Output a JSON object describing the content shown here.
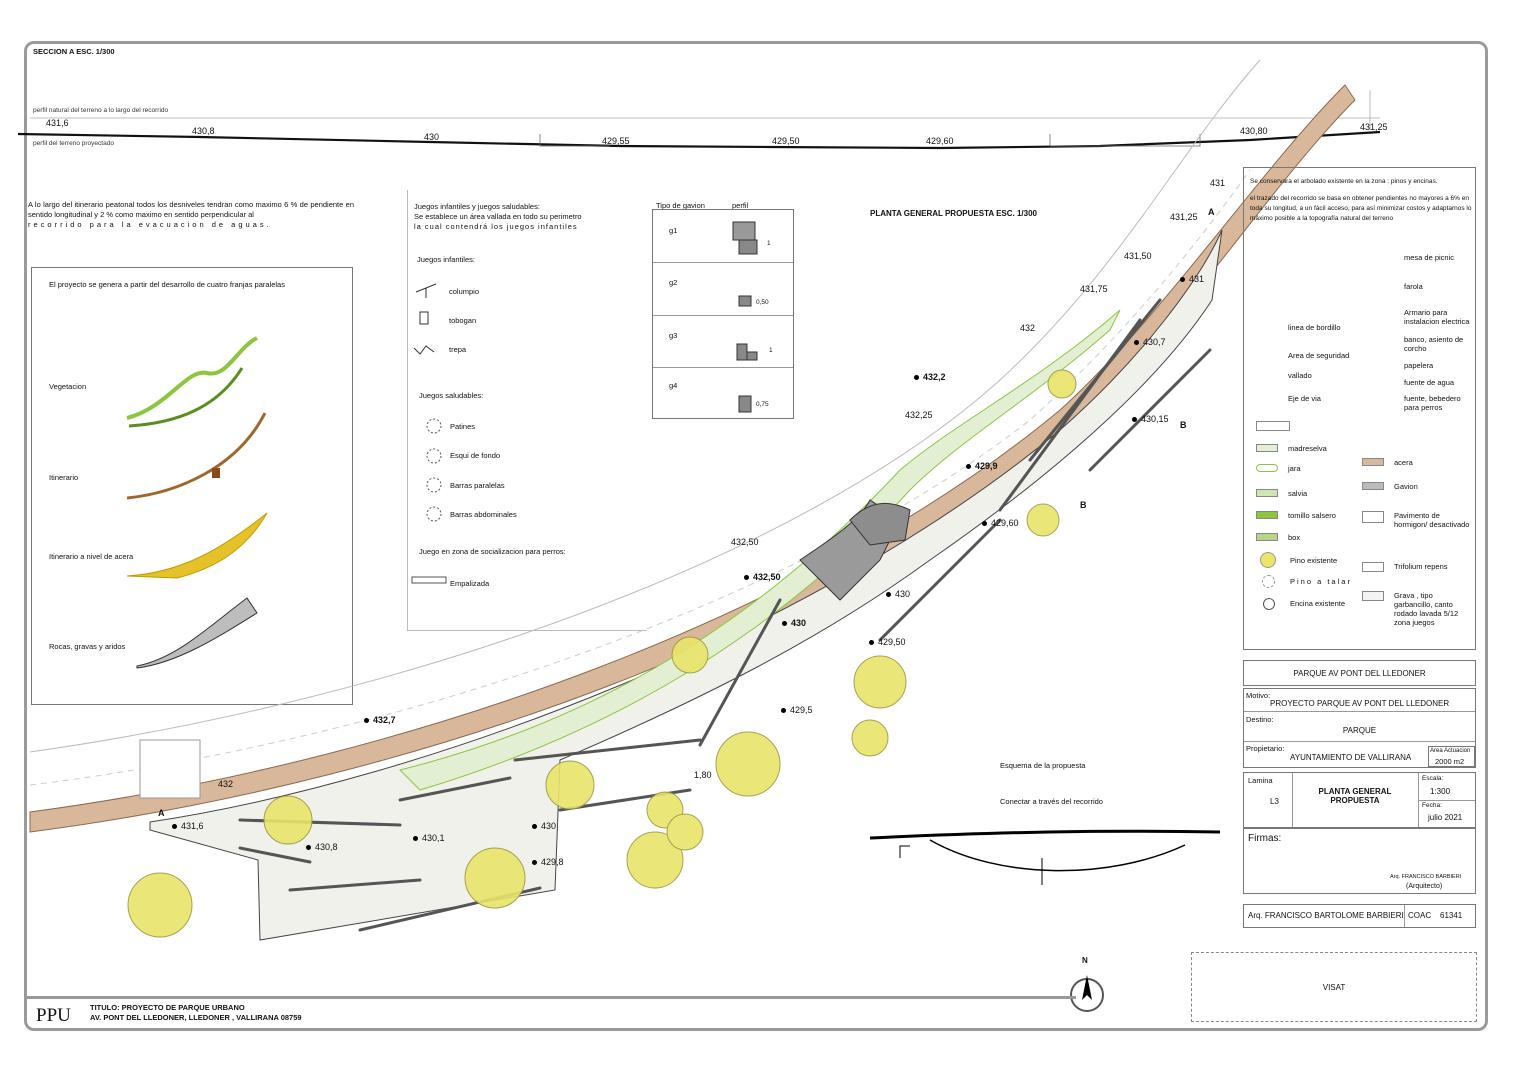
{
  "section": {
    "title": "SECCION A ESC. 1/300",
    "natural_profile": "perfil natural del terreno a lo largo del recorrido",
    "projected_profile": "perfil del terreno proyectado",
    "levels": [
      "431,6",
      "430,8",
      "430",
      "429,55",
      "429,50",
      "429,60",
      "430,80",
      "431,25"
    ]
  },
  "notes": {
    "slopes": "A lo largo del itinerario peatonal todos los desniveles tendran como maximo 6 % de pendiente en sentido longitudinal y 2 % como maximo en sentido perpendicular al",
    "slopes_last": "recorrido para la evacuacion de aguas.",
    "games_title": "Juegos infantiles y juegos saludables:",
    "games_text": "Se establece un área vallada en todo su perimetro",
    "games_text2": "la cual contendrá los juegos infantiles",
    "trees_1": "Se conservara el arbolado existente en la zona : pinos y encinas.",
    "trees_2": "el trazado del recorrido se basa en obtener pendientes no mayores a 6% en toda su longitud, a un fácil acceso, para así minimizar costos y adaptarnos lo máximo posible a la topografía natural del terreno"
  },
  "concept": {
    "title": "El proyecto se genera a partir del desarrollo de cuatro franjas paralelas",
    "items": [
      "Vegetacion",
      "Itinerario",
      "Itinerario a nivel de acera",
      "Rocas, gravas y aridos"
    ]
  },
  "games": {
    "kids_title": "Juegos infantiles:",
    "kids": [
      "columpio",
      "tobogan",
      "trepa"
    ],
    "health_title": "Juegos saludables:",
    "health": [
      "Patines",
      "Esqui de fondo",
      "Barras paralelas",
      "Barras abdominales"
    ],
    "dogs_title": "Juego en zona de socializacion para perros:",
    "dogs": "Empalizada"
  },
  "gabion": {
    "col1": "Tipo de gavion",
    "col2": "perfil",
    "rows": [
      {
        "name": "g1",
        "dim": "1"
      },
      {
        "name": "g2",
        "dim": "0,50"
      },
      {
        "name": "g3",
        "dim": "1"
      },
      {
        "name": "g4",
        "dim": "0,75"
      }
    ]
  },
  "plan": {
    "title": "PLANTA GENERAL PROPUESTA ESC. 1/300",
    "elevations": [
      "431",
      "431,25",
      "431,50",
      "431,75",
      "432",
      "432,2",
      "432,25",
      "432,50",
      "432,50",
      "432,7",
      "432",
      "431,6",
      "430,8",
      "430,1",
      "430",
      "429,8",
      "429,5",
      "1,80",
      "430",
      "430",
      "429,50",
      "429,60",
      "429,9",
      "430,15",
      "430,7",
      "431"
    ],
    "section_marks": [
      "A",
      "A",
      "B",
      "B"
    ],
    "scheme_title": "Esquema de la propuesta",
    "scheme_text": "Conectar a través del recorrido"
  },
  "legend": {
    "items_right": [
      "mesa de picnic",
      "farola",
      "Armario para instalacion electrica",
      "banco, asiento de corcho",
      "papelera",
      "fuente de agua",
      "fuente, bebedero para perros"
    ],
    "items_left": [
      "linea de bordillo",
      "Area de seguridad",
      "vallado",
      "Eje de via",
      "madreselva",
      "jara",
      "salvia",
      "tomillo salsero",
      "box",
      "Pino existente",
      "Pino a talar",
      "Encina existente"
    ],
    "items_mat": [
      "acera",
      "Gavion",
      "Pavimento de hormigon/ desactivado",
      "Trifolium repens",
      "Grava , tipo garbancillo, canto rodado lavada 5/12 zona juegos"
    ]
  },
  "titleblock": {
    "header": "PARQUE AV PONT DEL LLEDONER",
    "motivo_label": "Motivo:",
    "motivo": "PROYECTO PARQUE AV PONT DEL LLEDONER",
    "destino_label": "Destino:",
    "destino": "PARQUE",
    "propietario_label": "Propietario:",
    "propietario": "AYUNTAMIENTO DE VALLIRANA",
    "area_label": "Area Actuacion",
    "area": "2000 m2",
    "lamina_label": "Lamina",
    "lamina": "L3",
    "plan_title": "PLANTA GENERAL PROPUESTA",
    "escala_label": "Escala:",
    "escala": "1:300",
    "fecha_label": "Fecha:",
    "fecha": "julio 2021",
    "firmas": "Firmas:",
    "sign_name": "Arq. FRANCISCO BARBIERI",
    "sign_role": "(Arquitecto)",
    "arq": "Arq. FRANCISCO BARTOLOME BARBIERI",
    "coac": "COAC",
    "coac_num": "61341",
    "visat": "VISAT"
  },
  "footer": {
    "logo": "PPU",
    "title": "TITULO: PROYECTO DE PARQUE URBANO",
    "address": "AV. PONT DEL LLEDONER, LLEDONER , VALLIRANA 08759",
    "north": "N"
  },
  "colors": {
    "accent_green": "#8cc63f",
    "path": "#a0672d",
    "sidewalk": "#d9b79a",
    "yellow": "#e6c22a",
    "tree": "#e9e46a"
  }
}
